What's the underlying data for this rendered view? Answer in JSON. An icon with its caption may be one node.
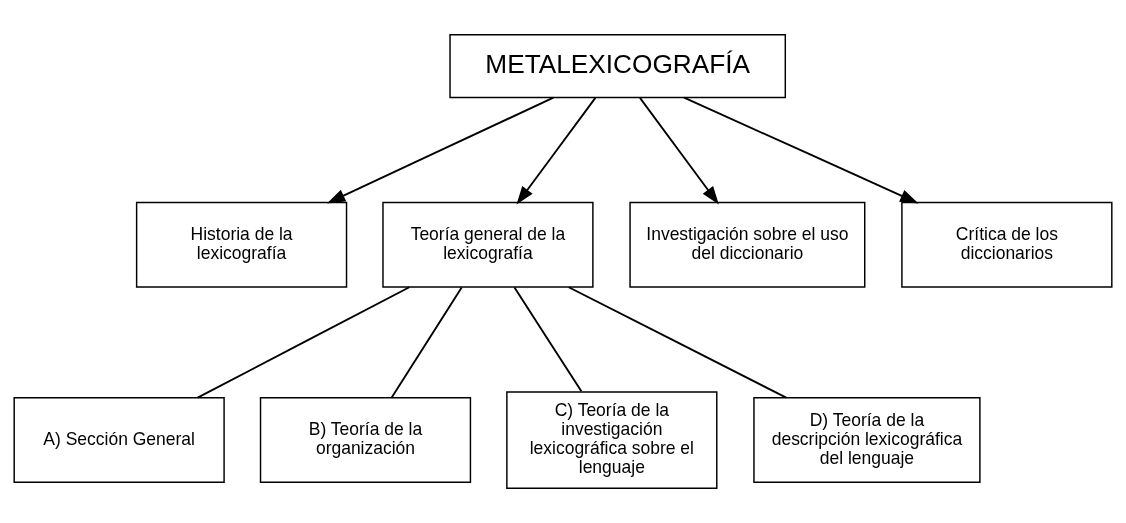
{
  "diagram": {
    "nodes": [
      {
        "text": [
          "METALEXICOGRAFÍA"
        ]
      },
      {
        "text": [
          "Historia de la lexicografía"
        ]
      },
      {
        "text": [
          "Teoría general de la lexicografía"
        ]
      },
      {
        "text": [
          "Investigación sobre el uso del diccionario"
        ]
      },
      {
        "text": [
          "Crítica de los diccionarios"
        ]
      },
      {
        "text": [
          "A) Sección General"
        ]
      },
      {
        "text": [
          "B) Teoría de la organización"
        ]
      },
      {
        "text": [
          "C) Teoría de la investigación lexicográfica sobre el lenguaje"
        ]
      },
      {
        "text": [
          "D) Teoría de la descripción lexicográfica del lenguaje"
        ]
      }
    ],
    "edges": [
      {
        "from": 0,
        "to": 1,
        "arrow": "to"
      },
      {
        "from": 0,
        "to": 2,
        "arrow": "to"
      },
      {
        "from": 0,
        "to": 3,
        "arrow": "to"
      },
      {
        "from": 0,
        "to": 4,
        "arrow": "to"
      },
      {
        "from": 2,
        "to": 5,
        "arrow": "none"
      },
      {
        "from": 2,
        "to": 6,
        "arrow": "none"
      },
      {
        "from": 2,
        "to": 7,
        "arrow": "none"
      },
      {
        "from": 2,
        "to": 8,
        "arrow": "none"
      }
    ]
  }
}
